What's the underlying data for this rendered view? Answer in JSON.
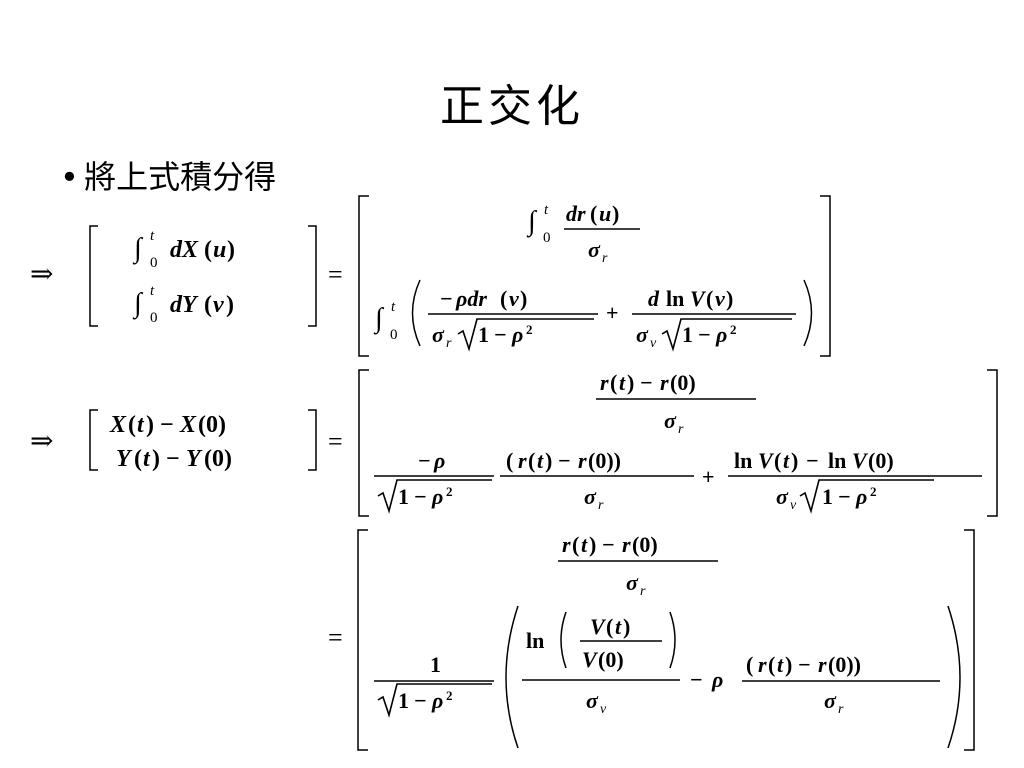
{
  "slide": {
    "title": "正交化",
    "bullet_symbol": "•",
    "bullet_text": "將上式積分得"
  },
  "equations": [
    "⇒ [∫₀ᵗ dX(u); ∫₀ᵗ dY(v)] = [∫₀ᵗ dr(u)/σr; ∫₀ᵗ ( −ρ dr(v)/(σr√(1−ρ²)) + d ln V(v)/(σv√(1−ρ²)) )]",
    "⇒ [X(t) − X(0); Y(t) − Y(0)] = [(r(t) − r(0))/σr; (−ρ/√(1−ρ²))·(r(t) − r(0))/σr + (ln V(t) − ln V(0))/(σv√(1−ρ²))]",
    "= [(r(t) − r(0))/σr; (1/√(1−ρ²))·( ln(V(t)/V(0))/σv − ρ (r(t) − r(0))/σr )]"
  ]
}
